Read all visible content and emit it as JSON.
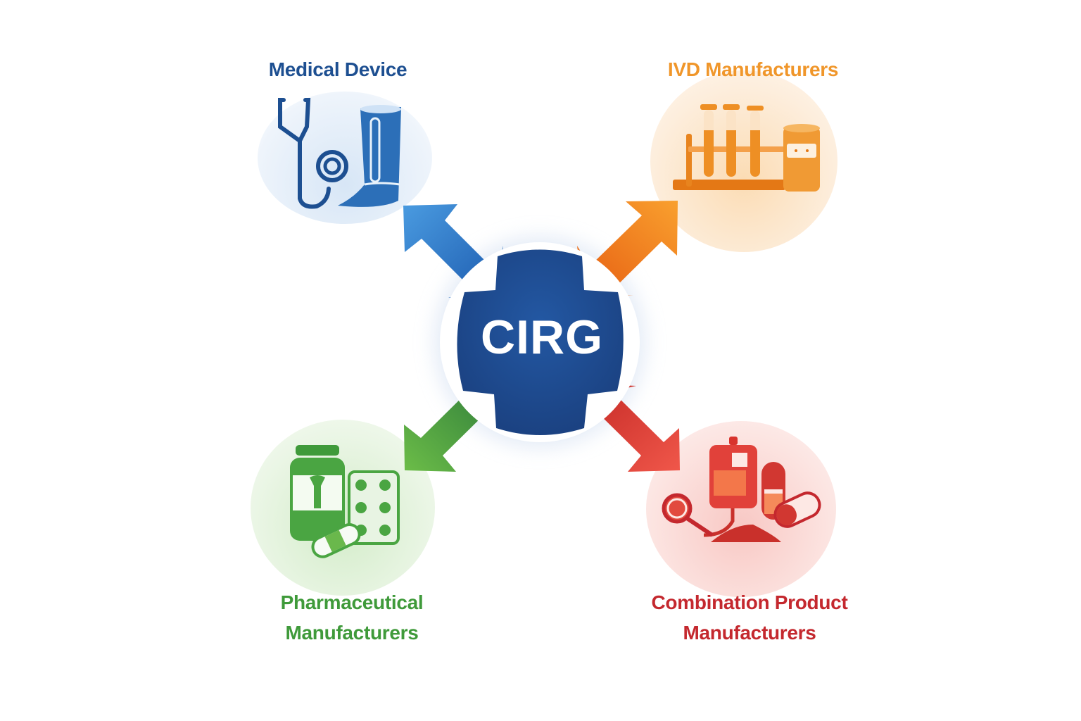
{
  "hub": {
    "label": "CIRG",
    "color": "#1f4f96"
  },
  "nodes": [
    {
      "id": "medical-device",
      "label_lines": [
        "Medical Device"
      ],
      "color": "#1d4f91",
      "arrow_color": "#2f7fd0"
    },
    {
      "id": "ivd",
      "label_lines": [
        "IVD Manufacturers"
      ],
      "color": "#f0962a",
      "arrow_color": "#f07a22"
    },
    {
      "id": "pharma",
      "label_lines": [
        "Pharmaceutical",
        "Manufacturers"
      ],
      "color": "#3f9a3a",
      "arrow_color": "#52a93e"
    },
    {
      "id": "combination",
      "label_lines": [
        "Combination Product",
        "Manufacturers"
      ],
      "color": "#c4282e",
      "arrow_color": "#e0443a"
    }
  ]
}
